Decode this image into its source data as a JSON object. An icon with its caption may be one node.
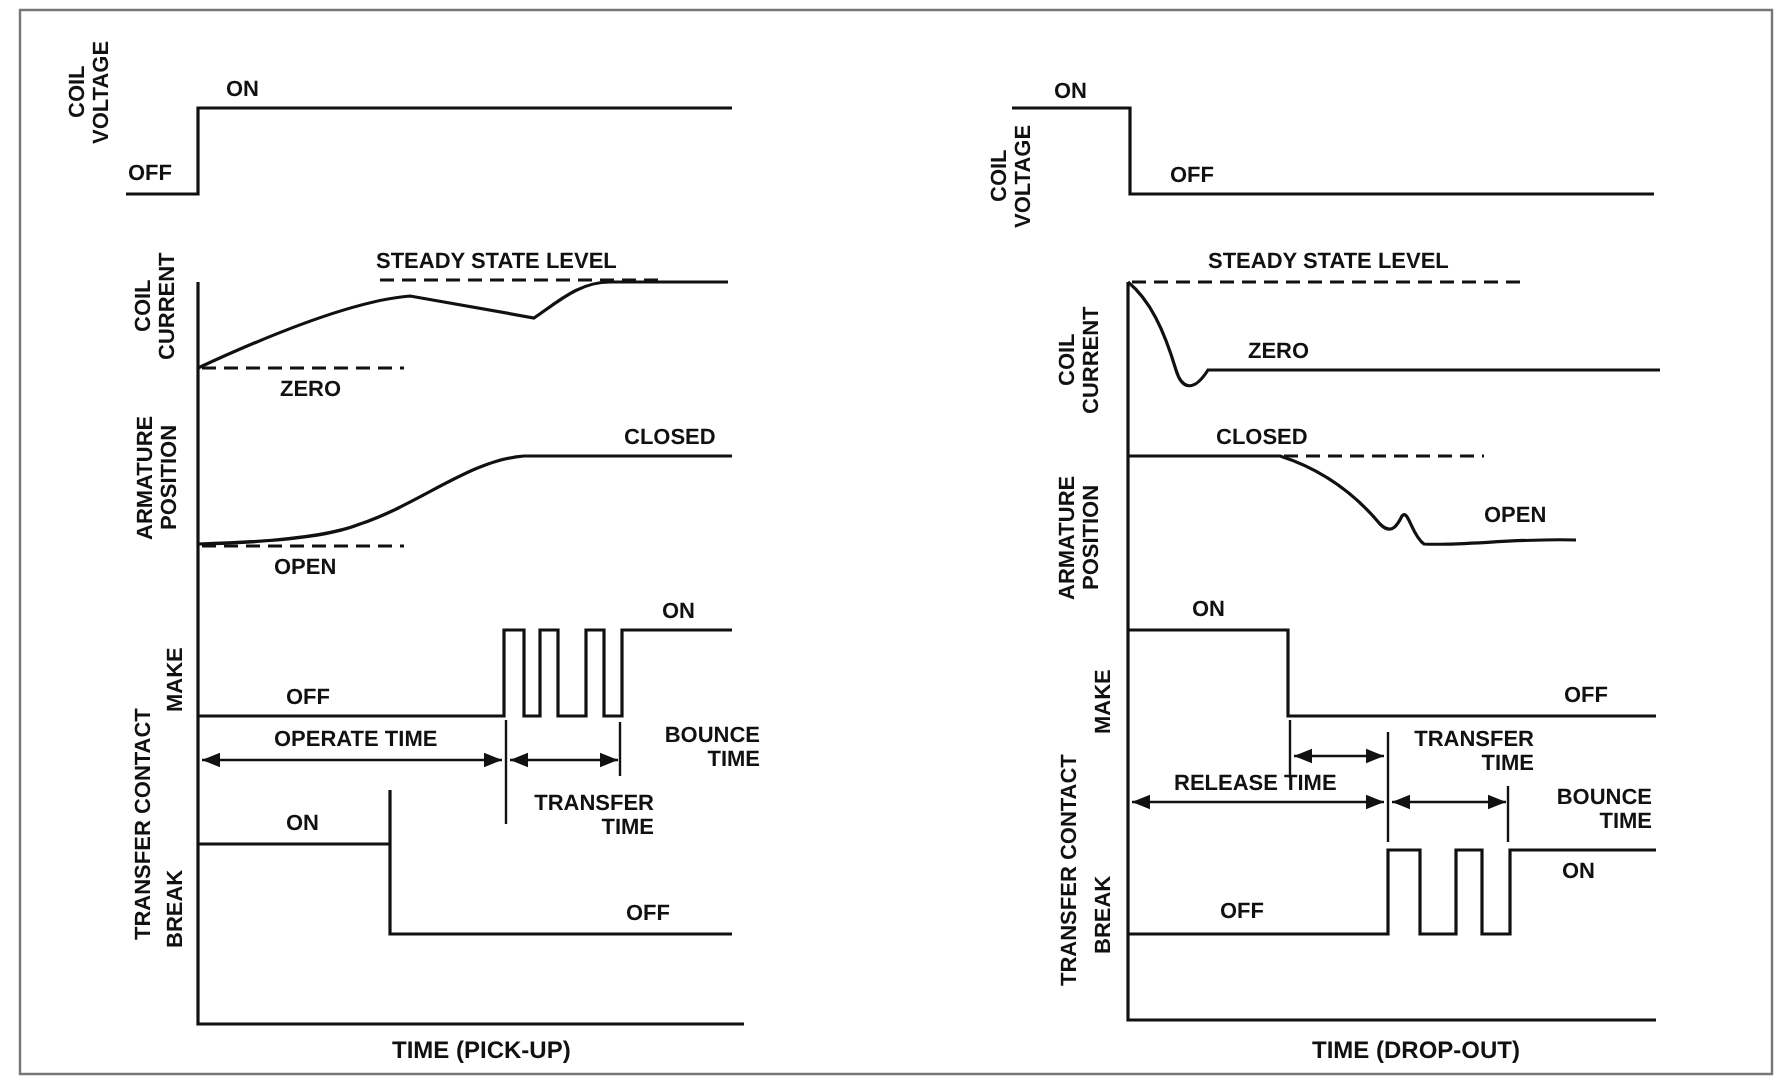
{
  "diagram": {
    "labels": [
      "COIL VOLTAGE",
      "ON",
      "OFF",
      "STEADY STATE LEVEL",
      "COIL CURRENT",
      "ZERO",
      "ARMATURE POSITION",
      "CLOSED",
      "OPEN",
      "TRANSFER CONTACT",
      "MAKE",
      "ON",
      "OFF",
      "OPERATE TIME",
      "BOUNCE TIME",
      "TRANSFER TIME",
      "BREAK",
      "ON",
      "OFF",
      "TIME (PICK-UP)",
      "ON",
      "COIL VOLTAGE",
      "OFF",
      "STEADY STATE LEVEL",
      "COIL CURRENT",
      "ZERO",
      "CLOSED",
      "ARMATURE POSITION",
      "OPEN",
      "ON",
      "MAKE",
      "OFF",
      "TRANSFER CONTACT",
      "TRANSFER TIME",
      "RELEASE TIME",
      "BOUNCE TIME",
      "ON",
      "BREAK",
      "OFF",
      "TIME (DROP-OUT)"
    ]
  }
}
